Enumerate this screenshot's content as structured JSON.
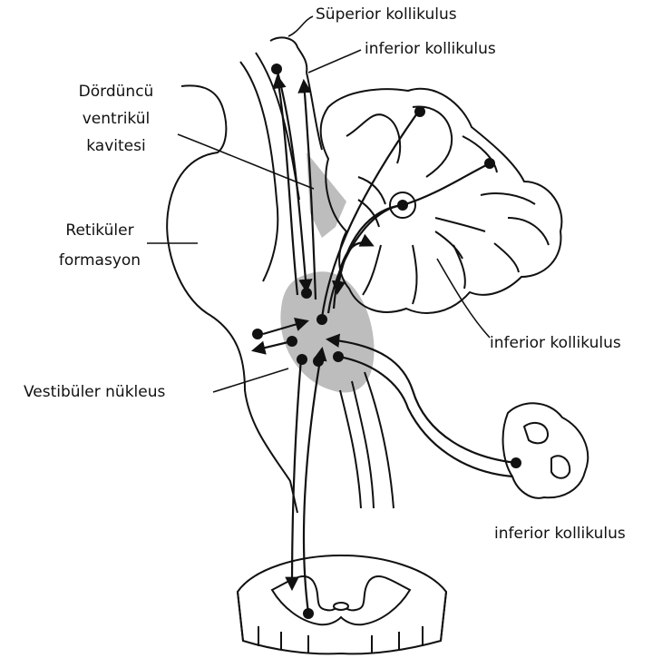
{
  "labels": {
    "superior_colliculus": "Süperior kollikulus",
    "inferior_colliculus_top": "inferior kollikulus",
    "fourth_ventricle_line1": "Dördüncü",
    "fourth_ventricle_line2": "ventrikül",
    "fourth_ventricle_line3": "kavitesi",
    "reticular_line1": "Retiküler",
    "reticular_line2": "formasyon",
    "inferior_colliculus_mid": "inferior kollikulus",
    "vestibular_nucleus": "Vestibüler nükleus",
    "inferior_colliculus_bottom": "inferior kollikulus"
  },
  "colors": {
    "ink": "#111111",
    "shading": "#bdbdbd",
    "background": "#ffffff"
  }
}
